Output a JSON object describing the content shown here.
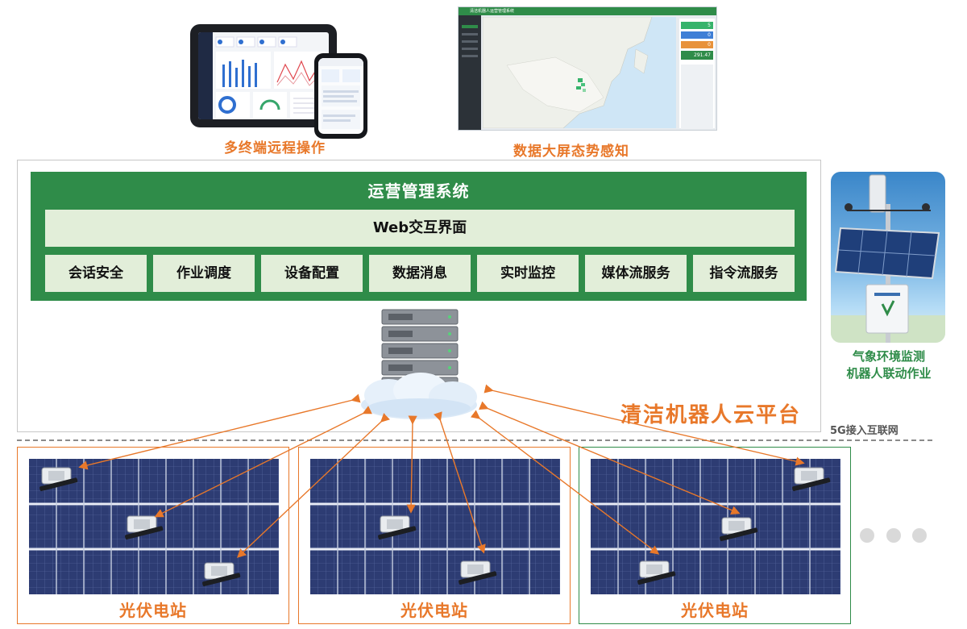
{
  "captions": {
    "multi_terminal": "多终端远程操作",
    "big_screen": "数据大屏态势感知"
  },
  "dashboard": {
    "title": "清洁机器人运营管理系统",
    "stats": [
      "5",
      "0",
      "0",
      "291.47"
    ]
  },
  "ops_system": {
    "title": "运营管理系统",
    "web_label": "Web交互界面",
    "modules": [
      "会话安全",
      "作业调度",
      "设备配置",
      "数据消息",
      "实时监控",
      "媒体流服务",
      "指令流服务"
    ]
  },
  "cloud_title": "清洁机器人云平台",
  "network_label": "5G接入互联网",
  "weather": {
    "caption_line1": "气象环境监测",
    "caption_line2": "机器人联动作业"
  },
  "stations": [
    {
      "label": "光伏电站"
    },
    {
      "label": "光伏电站"
    },
    {
      "label": "光伏电站"
    }
  ],
  "colors": {
    "accent_orange": "#e8782a",
    "primary_green": "#2f8c49",
    "module_bg": "#e2eed9",
    "panel_blue": "#2c3b6e"
  }
}
